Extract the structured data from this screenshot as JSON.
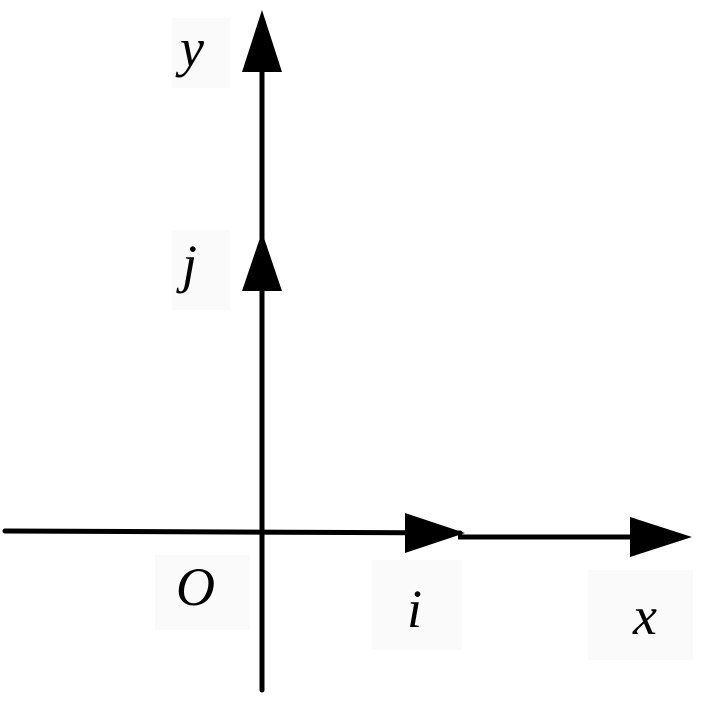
{
  "labels": {
    "y_axis": "y",
    "x_axis": "x",
    "origin": "O",
    "unit_i": "i",
    "unit_j": "j"
  },
  "colors": {
    "stroke": "#000000",
    "background": "#ffffff",
    "label_box": "#fafafa"
  }
}
